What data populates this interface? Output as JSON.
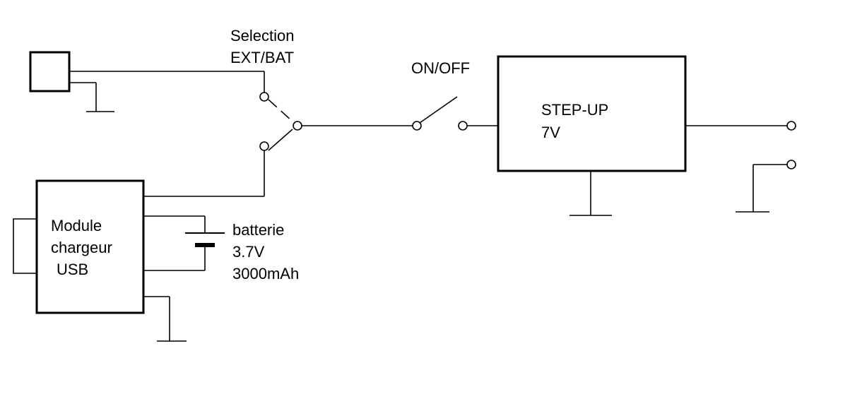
{
  "labels": {
    "selector_line1": "Selection",
    "selector_line2": "EXT/BAT",
    "switch": "ON/OFF",
    "stepup_line1": "STEP-UP",
    "stepup_line2": "7V",
    "module_line1": "Module",
    "module_line2": "chargeur",
    "module_line3": "USB",
    "battery_line1": "batterie",
    "battery_line2": "3.7V",
    "battery_line3": "3000mAh"
  }
}
